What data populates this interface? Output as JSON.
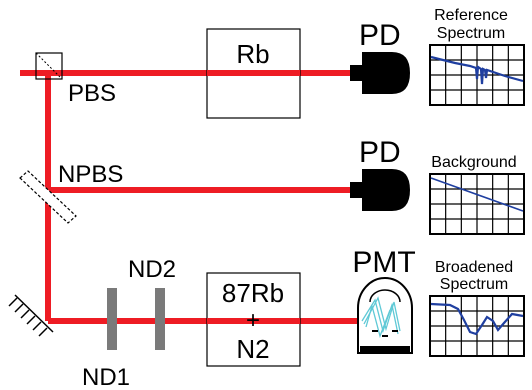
{
  "labels": {
    "pbs": "PBS",
    "npbs": "NPBS",
    "rb_cell": "Rb",
    "cell2_line1": "87Rb",
    "cell2_line2": "+",
    "cell2_line3": "N2",
    "nd1": "ND1",
    "nd2": "ND2",
    "pd_top": "PD",
    "pd_mid": "PD",
    "pmt": "PMT"
  },
  "screens": {
    "reference": {
      "line1": "Reference",
      "line2": "Spectrum"
    },
    "background": {
      "line1": "Background"
    },
    "broadened": {
      "line1": "Broadened",
      "line2": "Spectrum"
    }
  },
  "colors": {
    "beam": "#ee1c24",
    "trace": "#1f3fa0",
    "pmt_rays": "#5fc9d6",
    "filter": "#7a7a7a"
  }
}
